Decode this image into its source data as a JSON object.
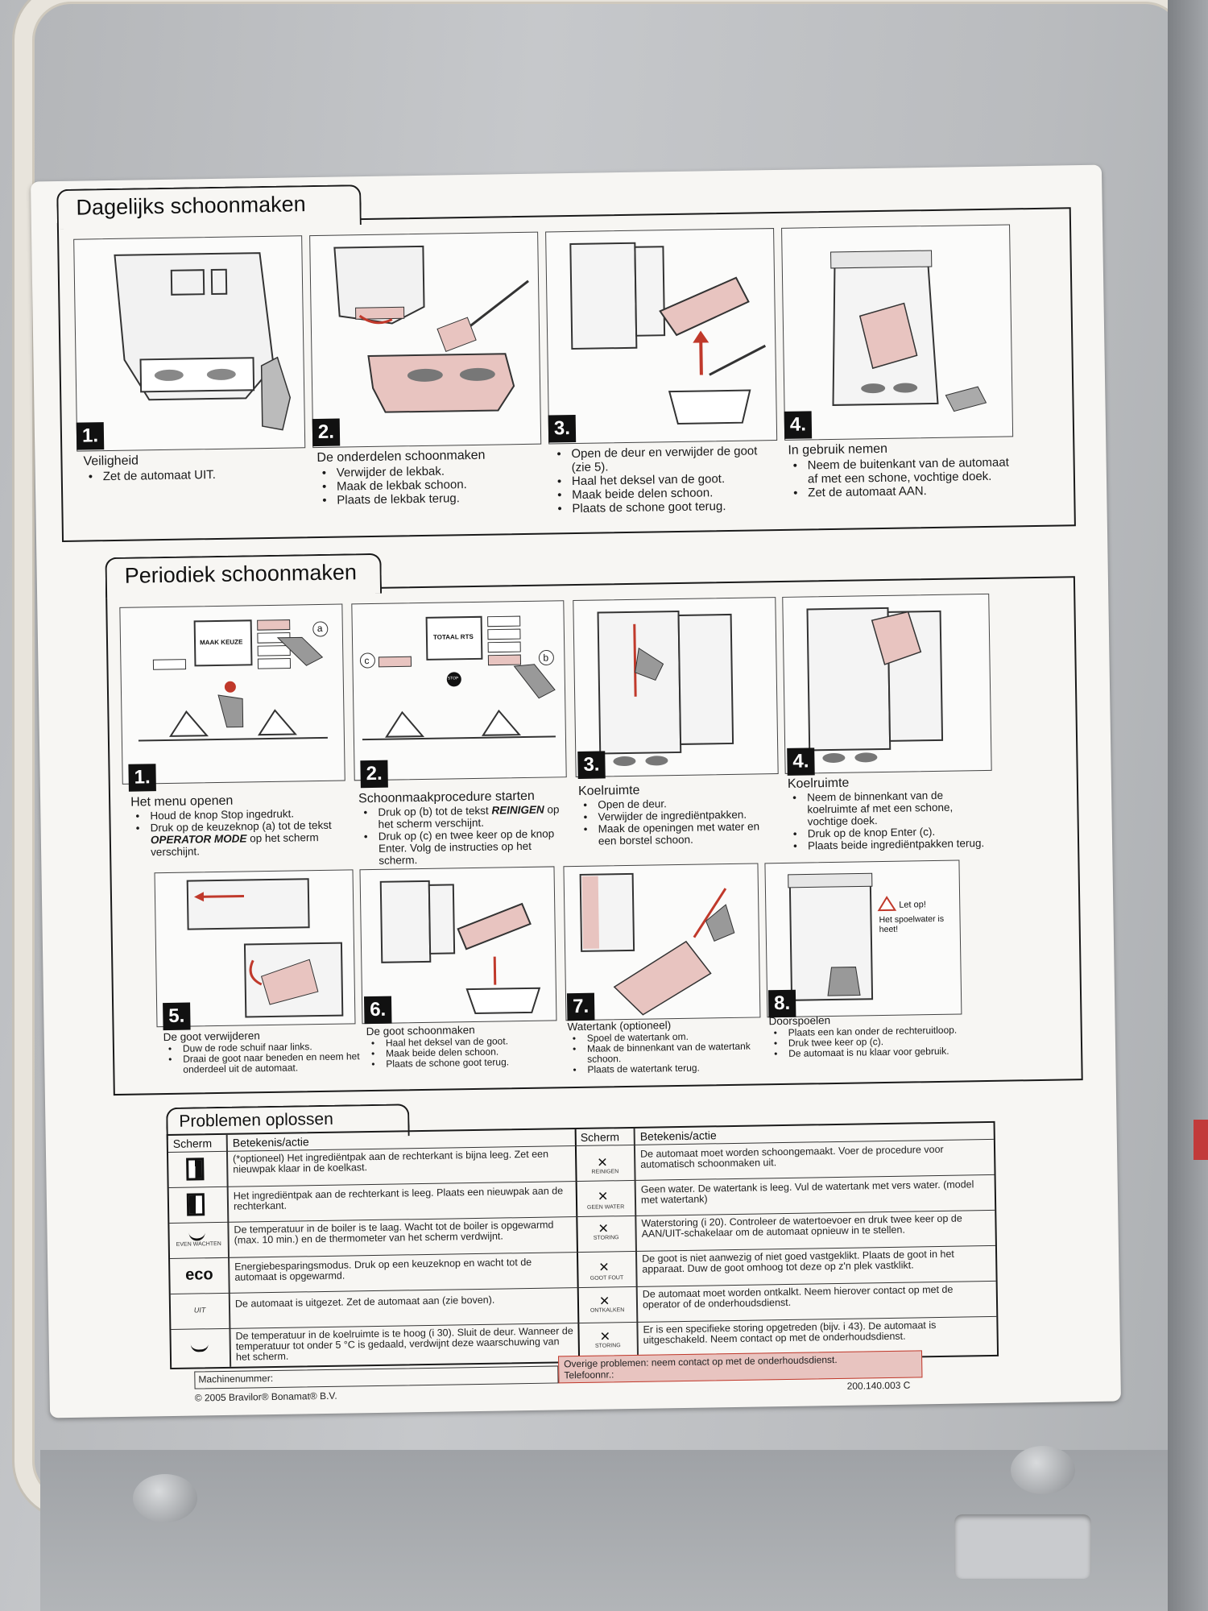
{
  "daily": {
    "title": "Dagelijks schoonmaken",
    "steps": [
      {
        "num": "1.",
        "title": "Veiligheid",
        "bullets": [
          "Zet de automaat UIT."
        ]
      },
      {
        "num": "2.",
        "title": "De onderdelen schoonmaken",
        "bullets": [
          "Verwijder de lekbak.",
          "Maak de lekbak schoon.",
          "Plaats de lekbak terug."
        ]
      },
      {
        "num": "3.",
        "title": "",
        "bullets": [
          "Open de deur en verwijder de goot (zie 5).",
          "Haal het deksel van de goot.",
          "Maak beide delen schoon.",
          "Plaats de schone goot terug."
        ]
      },
      {
        "num": "4.",
        "title": "In gebruik nemen",
        "bullets": [
          "Neem de buitenkant van de automaat af met een schone, vochtige doek.",
          "Zet de automaat AAN."
        ]
      }
    ]
  },
  "periodic": {
    "title": "Periodiek schoonmaken",
    "screen1": {
      "label": "MAAK KEUZE",
      "callout": "a"
    },
    "screen2": {
      "label": "TOTAAL RTS",
      "callouts": [
        "b",
        "c"
      ],
      "stop": "STOP"
    },
    "steps": [
      {
        "num": "1.",
        "title": "Het menu openen",
        "b1": "Houd de knop Stop ingedrukt.",
        "b2_pre": "Druk op de keuzeknop (a) tot de tekst",
        "b2_em": "OPERATOR MODE",
        "b2_post": "op het scherm verschijnt."
      },
      {
        "num": "2.",
        "title": "Schoonmaakprocedure starten",
        "b1_pre": "Druk op (b) tot de tekst",
        "b1_em": "REINIGEN",
        "b1_post": "op het scherm verschijnt.",
        "b2": "Druk op (c) en twee keer op de knop Enter. Volg de instructies op het scherm."
      },
      {
        "num": "3.",
        "title": "Koelruimte",
        "bullets": [
          "Open de deur.",
          "Verwijder de ingrediëntpakken.",
          "Maak de openingen met water en een borstel schoon."
        ]
      },
      {
        "num": "4.",
        "title": "Koelruimte",
        "bullets": [
          "Neem de binnenkant van de koelruimte af met een schone, vochtige doek.",
          "Druk op de knop Enter (c).",
          "Plaats beide ingrediëntpakken terug."
        ]
      },
      {
        "num": "5.",
        "title": "De goot verwijderen",
        "bullets": [
          "Duw de rode schuif naar links.",
          "Draai de goot naar beneden en neem het onderdeel uit de automaat."
        ]
      },
      {
        "num": "6.",
        "title": "De goot schoonmaken",
        "bullets": [
          "Haal het deksel van de goot.",
          "Maak beide delen schoon.",
          "Plaats de schone goot terug."
        ]
      },
      {
        "num": "7.",
        "title": "Watertank (optioneel)",
        "bullets": [
          "Spoel de watertank om.",
          "Maak de binnenkant van de watertank schoon.",
          "Plaats de watertank terug."
        ]
      },
      {
        "num": "8.",
        "title": "Doorspoelen",
        "bullets": [
          "Plaats een kan onder de rechteruitloop.",
          "Druk twee keer op (c).",
          "De automaat is nu klaar voor gebruik."
        ]
      }
    ],
    "warning": {
      "title": "Let op!",
      "text": "Het spoelwater is heet!"
    }
  },
  "problems": {
    "title": "Problemen oplossen",
    "col_screen": "Scherm",
    "col_meaning": "Betekenis/actie",
    "left": [
      {
        "icon": "",
        "text": "(*optioneel) Het ingrediëntpak aan de rechterkant is bijna leeg. Zet een nieuwpak klaar in de koelkast."
      },
      {
        "icon": "",
        "text": "Het ingrediëntpak aan de rechterkant is leeg. Plaats een nieuwpak aan de rechterkant."
      },
      {
        "icon": "EVEN WACHTEN",
        "text": "De temperatuur in de boiler is te laag. Wacht tot de boiler is opgewarmd (max. 10 min.) en de thermometer van het scherm verdwijnt."
      },
      {
        "icon": "eco",
        "text": "Energiebesparingsmodus. Druk op een keuzeknop en wacht tot de automaat is opgewarmd."
      },
      {
        "icon": "UIT",
        "text": "De automaat is uitgezet. Zet de automaat aan (zie boven)."
      },
      {
        "icon": "",
        "text": "De temperatuur in de koelruimte is te hoog (i 30). Sluit de deur. Wanneer de temperatuur tot onder 5 °C is gedaald, verdwijnt deze waarschuwing van het scherm."
      }
    ],
    "right": [
      {
        "icon": "REINIGEN",
        "text": "De automaat moet worden schoongemaakt. Voer de procedure voor automatisch schoonmaken uit."
      },
      {
        "icon": "GEEN WATER",
        "text": "Geen water. De watertank is leeg. Vul de watertank met vers water. (model met watertank)"
      },
      {
        "icon": "STORING",
        "text": "Waterstoring (i 20). Controleer de watertoevoer en druk twee keer op de AAN/UIT-schakelaar om de automaat opnieuw in te stellen."
      },
      {
        "icon": "GOOT FOUT",
        "text": "De goot is niet aanwezig of niet goed vastgeklikt. Plaats de goot in het apparaat. Duw de goot omhoog tot deze op z'n plek vastklikt."
      },
      {
        "icon": "ONTKALKEN",
        "text": "De automaat moet worden ontkalkt. Neem hierover contact op met de operator of de onderhoudsdienst."
      },
      {
        "icon": "STORING",
        "text": "Er is een specifieke storing opgetreden (bijv. i 43). De automaat is uitgeschakeld. Neem contact op met de onderhoudsdienst."
      }
    ],
    "machine_number": "Machinenummer:",
    "other": "Overige problemen: neem contact op met de onderhoudsdienst.",
    "phone": "Telefoonnr.:",
    "doc_code": "200.140.003 C",
    "copyright": "© 2005 Bravilor® Bonamat® B.V."
  },
  "colors": {
    "pink": "#e8c4c0",
    "red": "#c0392b",
    "frame": "#e8e4dc"
  }
}
